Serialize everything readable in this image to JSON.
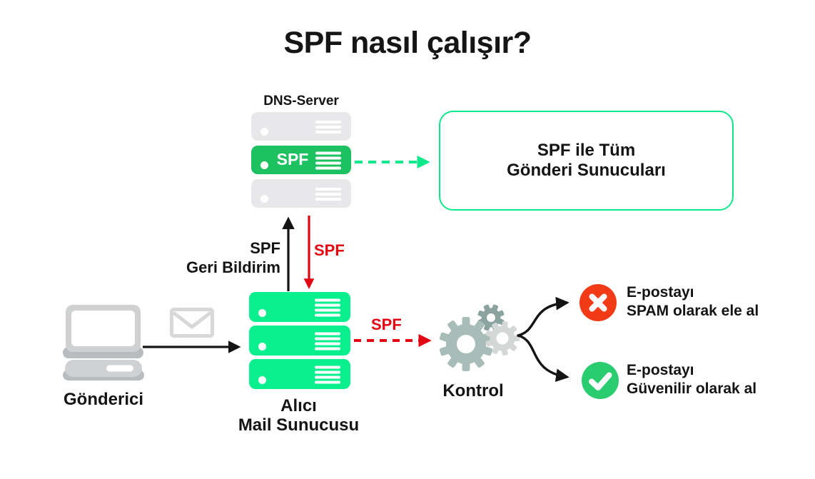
{
  "title": "SPF nasıl çalışır?",
  "dns": {
    "label": "DNS-Server",
    "spf_badge": "SPF"
  },
  "allowlist_box": {
    "line1": "SPF ile Tüm",
    "line2": "Gönderi Sunucuları"
  },
  "feedback": {
    "line1": "SPF",
    "line2": "Geri Bildirim"
  },
  "query_label": "SPF",
  "check_label": "SPF",
  "sender": {
    "label": "Gönderici"
  },
  "mail_server": {
    "line1": "Alıcı",
    "line2": "Mail Sunucusu"
  },
  "control": {
    "label": "Kontrol"
  },
  "outcomes": {
    "spam": {
      "line1": "E-postayı",
      "line2": "SPAM olarak ele al"
    },
    "trusted": {
      "line1": "E-postayı",
      "line2": "Güvenilir olarak al"
    }
  },
  "colors": {
    "green-bright": "#0AEF8D",
    "green-mid": "#1DC15F",
    "mint": "#0EE98C",
    "green-check": "#29CD70",
    "red": "#E30613",
    "orange-red": "#F23B16",
    "gray-light": "#E8E8EA",
    "gray-device": "#CFD1D2",
    "gray-shadow": "#B9BCBE",
    "gray-envelope": "#D8D8D8",
    "gear-main": "#A9BDB8",
    "gear-dark": "#8BA39E",
    "gear-light": "#D3D8D7",
    "ink": "#141414"
  }
}
